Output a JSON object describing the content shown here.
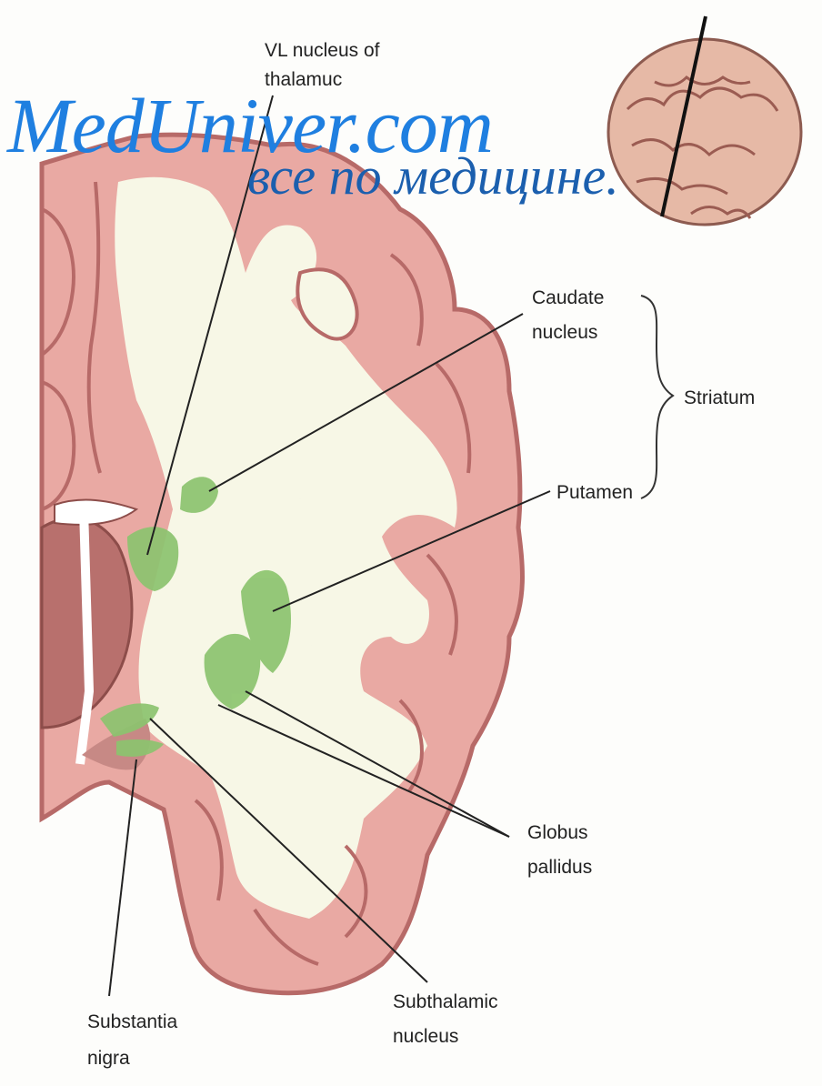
{
  "labels": {
    "vl_nucleus_line1": "VL  nucleus of",
    "vl_nucleus_line2": "thalamuc",
    "caudate_line1": "Caudate",
    "caudate_line2": "nucleus",
    "striatum": "Striatum",
    "putamen": "Putamen",
    "globus_line1": "Globus",
    "globus_line2": "pallidus",
    "subthalamic_line1": "Subthalamic",
    "subthalamic_line2": "nucleus",
    "substantia_line1": "Substantia",
    "substantia_line2": "nigra"
  },
  "watermark": {
    "site": "MedUniver.com",
    "tagline": "все по медицине."
  },
  "colors": {
    "cortex": "#e9a9a3",
    "cortex_edge": "#b76a68",
    "white_matter": "#f7f7e6",
    "thalamus": "#b8706d",
    "green_nuclei": "#8cc46f",
    "watermark_blue": "#1f7fe0",
    "watermark_dark_blue": "#1b5fae"
  }
}
